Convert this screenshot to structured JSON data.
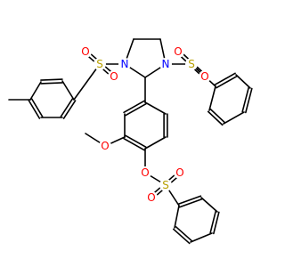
{
  "atoms": [
    {
      "id": "s_ts",
      "symbol": "S",
      "color": "#b8a000"
    },
    {
      "id": "o_ts1",
      "symbol": "O",
      "color": "#ff0000"
    },
    {
      "id": "o_ts2",
      "symbol": "O",
      "color": "#ff0000"
    },
    {
      "id": "n1",
      "symbol": "N",
      "color": "#0000ff"
    },
    {
      "id": "n2",
      "symbol": "N",
      "color": "#0000ff"
    },
    {
      "id": "s_ps",
      "symbol": "S",
      "color": "#b8a000"
    },
    {
      "id": "o_ps1",
      "symbol": "O",
      "color": "#ff0000"
    },
    {
      "id": "o_ps2",
      "symbol": "O",
      "color": "#ff0000"
    },
    {
      "id": "o_me",
      "symbol": "O",
      "color": "#ff0000"
    },
    {
      "id": "o_est",
      "symbol": "O",
      "color": "#ff0000"
    },
    {
      "id": "s_est",
      "symbol": "S",
      "color": "#b8a000"
    },
    {
      "id": "o_es1",
      "symbol": "O",
      "color": "#ff0000"
    },
    {
      "id": "o_es2",
      "symbol": "O",
      "color": "#ff0000"
    }
  ]
}
